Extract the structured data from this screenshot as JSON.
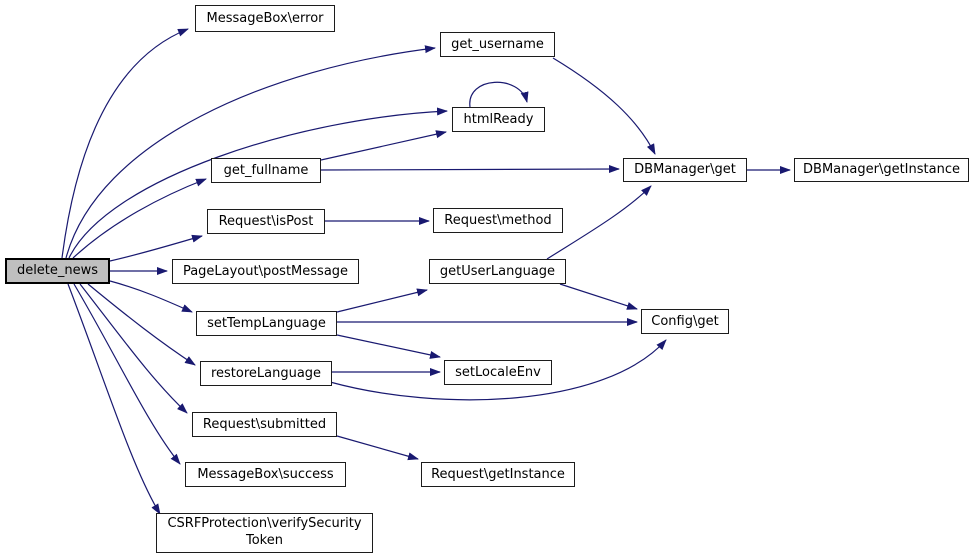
{
  "diagram": {
    "type": "call-graph",
    "background_color": "#ffffff",
    "edge_color": "#191970",
    "node_border_color": "#1c1c1c",
    "current_node_fill": "#bfbfbf",
    "nodes": [
      {
        "id": "delete_news",
        "label": "delete_news",
        "current": true
      },
      {
        "id": "messagebox_error",
        "label": "MessageBox\\error"
      },
      {
        "id": "get_username",
        "label": "get_username"
      },
      {
        "id": "htmlready",
        "label": "htmlReady"
      },
      {
        "id": "get_fullname",
        "label": "get_fullname"
      },
      {
        "id": "dbmanager_get",
        "label": "DBManager\\get"
      },
      {
        "id": "dbmanager_getinstance",
        "label": "DBManager\\getInstance"
      },
      {
        "id": "request_ispost",
        "label": "Request\\isPost"
      },
      {
        "id": "request_method",
        "label": "Request\\method"
      },
      {
        "id": "pagelayout_postmessage",
        "label": "PageLayout\\postMessage"
      },
      {
        "id": "getuserlanguage",
        "label": "getUserLanguage"
      },
      {
        "id": "settemplanguage",
        "label": "setTempLanguage"
      },
      {
        "id": "config_get",
        "label": "Config\\get"
      },
      {
        "id": "restorelanguage",
        "label": "restoreLanguage"
      },
      {
        "id": "setlocaleenv",
        "label": "setLocaleEnv"
      },
      {
        "id": "request_submitted",
        "label": "Request\\submitted"
      },
      {
        "id": "messagebox_success",
        "label": "MessageBox\\success"
      },
      {
        "id": "request_getinstance",
        "label": "Request\\getInstance"
      },
      {
        "id": "csrf_verifysecuritytoken",
        "label": "CSRFProtection\\verifySecurity Token"
      }
    ],
    "edges": [
      {
        "from": "delete_news",
        "to": "MessageBox\\error"
      },
      {
        "from": "delete_news",
        "to": "get_username"
      },
      {
        "from": "delete_news",
        "to": "htmlReady"
      },
      {
        "from": "delete_news",
        "to": "get_fullname"
      },
      {
        "from": "delete_news",
        "to": "Request\\isPost"
      },
      {
        "from": "delete_news",
        "to": "PageLayout\\postMessage"
      },
      {
        "from": "delete_news",
        "to": "setTempLanguage"
      },
      {
        "from": "delete_news",
        "to": "restoreLanguage"
      },
      {
        "from": "delete_news",
        "to": "Request\\submitted"
      },
      {
        "from": "delete_news",
        "to": "MessageBox\\success"
      },
      {
        "from": "delete_news",
        "to": "CSRFProtection\\verifySecurityToken"
      },
      {
        "from": "get_username",
        "to": "DBManager\\get"
      },
      {
        "from": "htmlReady",
        "to": "htmlReady"
      },
      {
        "from": "get_fullname",
        "to": "htmlReady"
      },
      {
        "from": "get_fullname",
        "to": "DBManager\\get"
      },
      {
        "from": "DBManager\\get",
        "to": "DBManager\\getInstance"
      },
      {
        "from": "Request\\isPost",
        "to": "Request\\method"
      },
      {
        "from": "getUserLanguage",
        "to": "DBManager\\get"
      },
      {
        "from": "getUserLanguage",
        "to": "Config\\get"
      },
      {
        "from": "setTempLanguage",
        "to": "getUserLanguage"
      },
      {
        "from": "setTempLanguage",
        "to": "Config\\get"
      },
      {
        "from": "setTempLanguage",
        "to": "setLocaleEnv"
      },
      {
        "from": "restoreLanguage",
        "to": "setLocaleEnv"
      },
      {
        "from": "restoreLanguage",
        "to": "Config\\get"
      },
      {
        "from": "Request\\submitted",
        "to": "Request\\getInstance"
      }
    ]
  }
}
